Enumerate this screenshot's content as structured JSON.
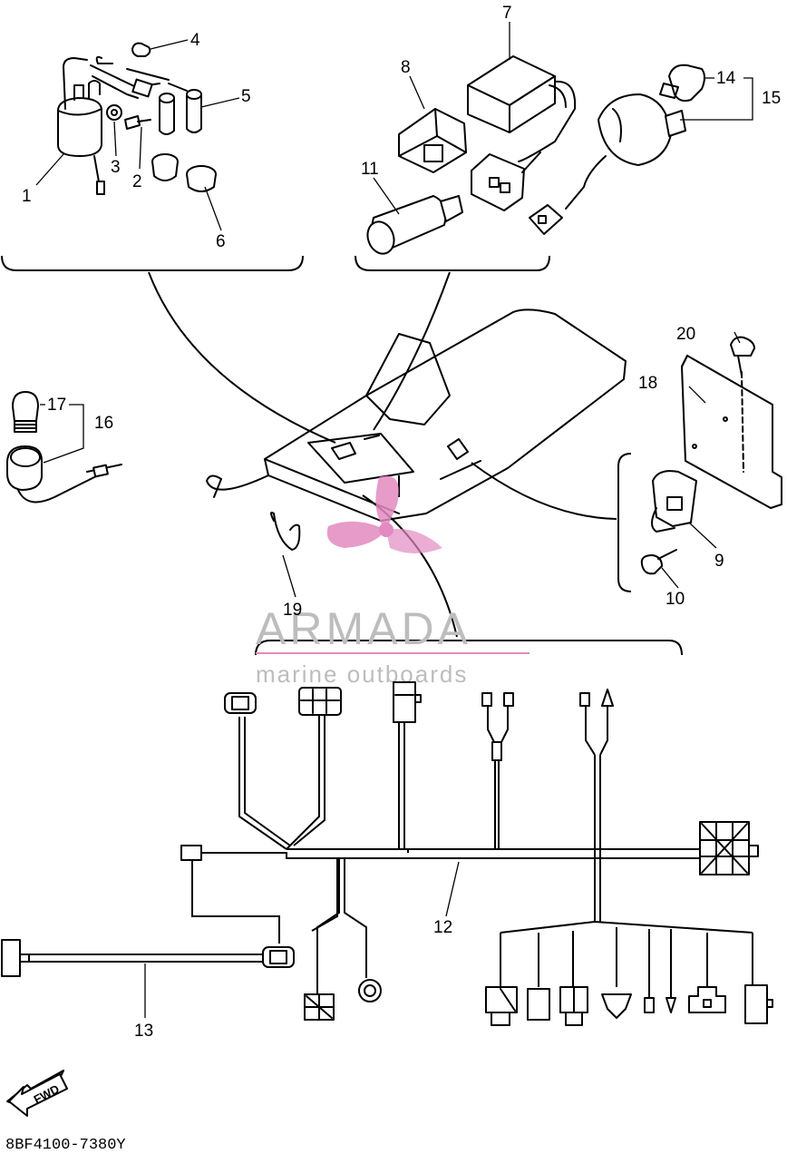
{
  "callouts": [
    "1",
    "2",
    "3",
    "4",
    "5",
    "6",
    "7",
    "8",
    "9",
    "10",
    "11",
    "12",
    "13",
    "14",
    "15",
    "16",
    "17",
    "18",
    "19",
    "20"
  ],
  "watermark": {
    "brand": "ARMADA",
    "tagline": "marine outboards",
    "logo_color": "#e38ac0"
  },
  "direction_badge": "FWD",
  "diagram_code": "8BF4100-7380Y"
}
